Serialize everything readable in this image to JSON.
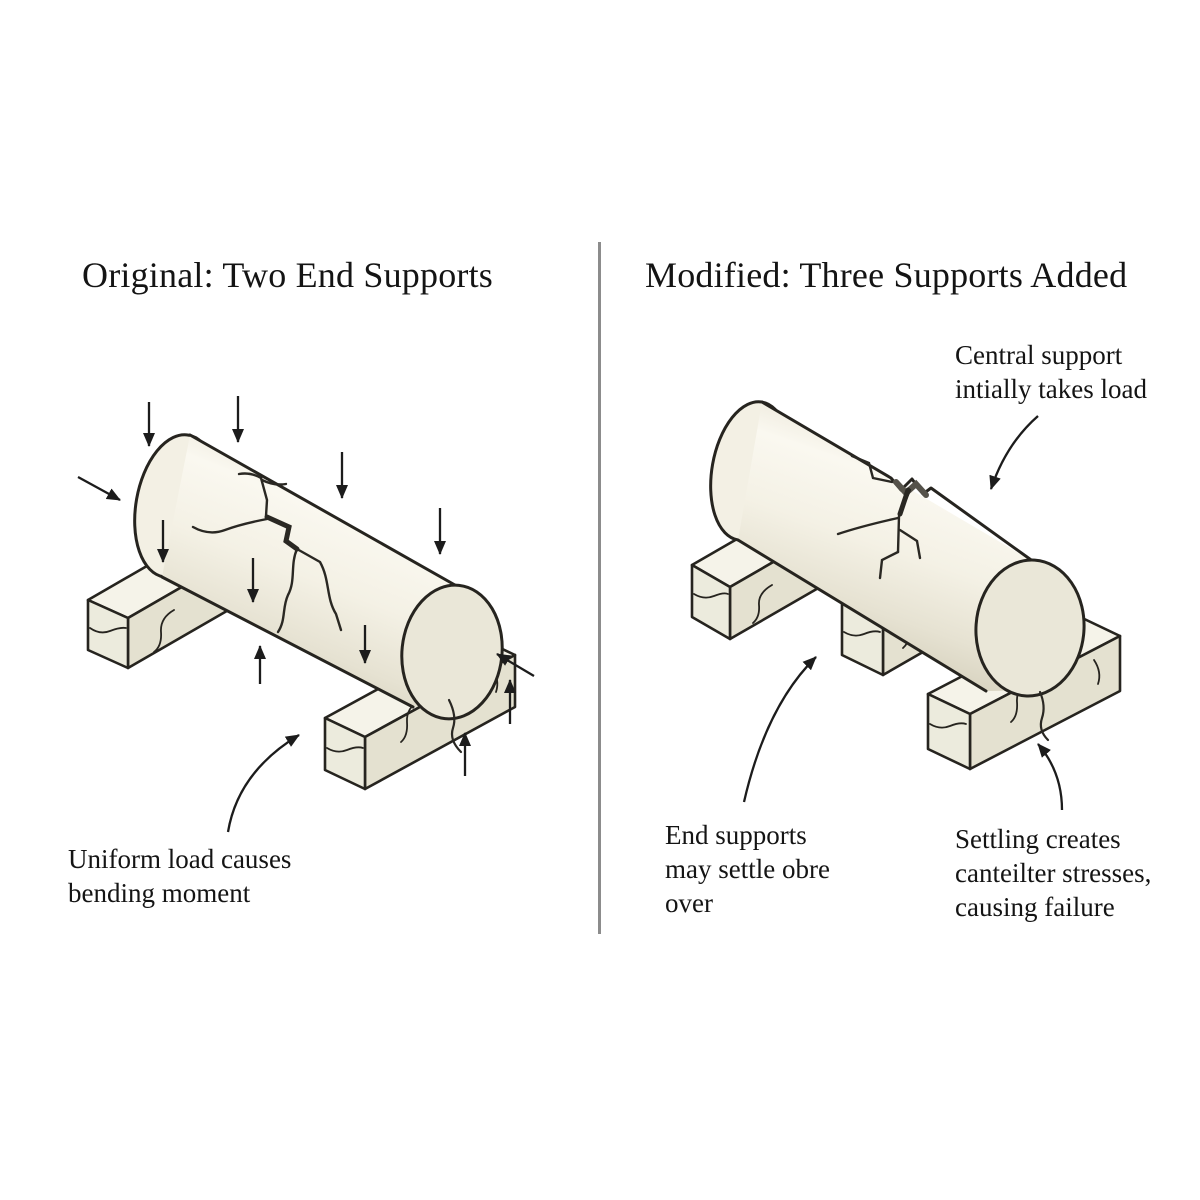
{
  "left_panel": {
    "title": "Original: Two End Supports",
    "caption": {
      "line1": "Uniform load causes",
      "line2": "bending moment"
    }
  },
  "right_panel": {
    "title": "Modified: Three Supports Added",
    "annotations": {
      "central": {
        "line1": "Central support",
        "line2": "intially takes load"
      },
      "end_supports": {
        "line1": "End supports",
        "line2": "may settle obre",
        "line3": "over"
      },
      "settling": {
        "line1": "Settling creates",
        "line2": "canteilter stresses,",
        "line3": "causing failure"
      }
    }
  },
  "colors": {
    "background": "#ffffff",
    "divider": "#8c8c8c",
    "outline": "#26241f",
    "arrow": "#1c1c1c",
    "wood_light": "#f5f3e9",
    "wood_mid": "#ebe8da",
    "wood_dark": "#ddd8c6",
    "crack_dark": "#55524a",
    "text": "#141414"
  }
}
